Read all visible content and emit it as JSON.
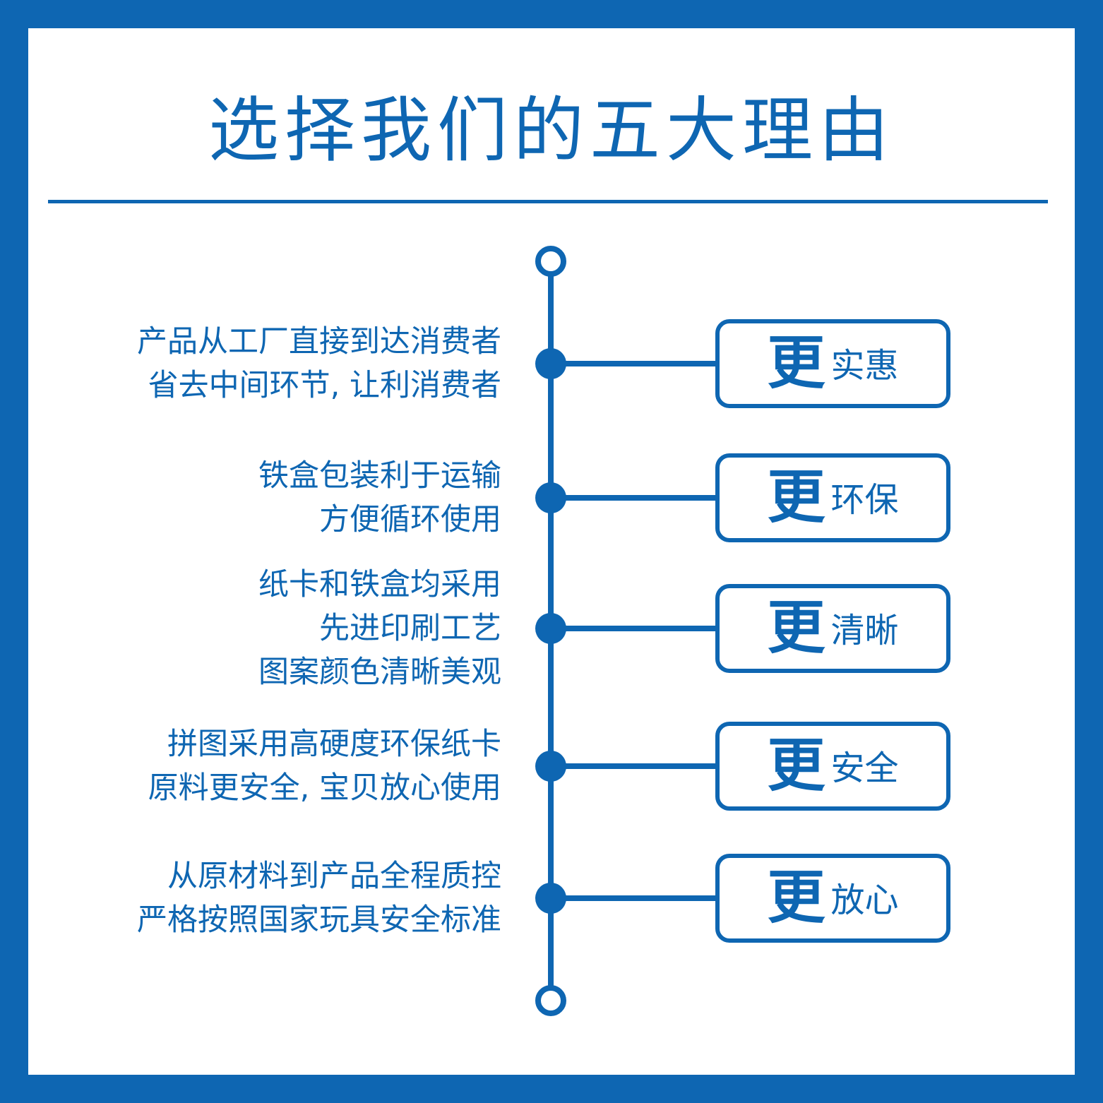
{
  "title": "选择我们的五大理由",
  "colors": {
    "accent": "#0e66b2",
    "background": "#ffffff"
  },
  "items": [
    {
      "text_lines": [
        "产品从工厂直接到达消费者",
        "省去中间环节, 让利消费者"
      ],
      "badge": {
        "prefix": "更",
        "word": "实惠"
      }
    },
    {
      "text_lines": [
        "铁盒包装利于运输",
        "方便循环使用"
      ],
      "badge": {
        "prefix": "更",
        "word": "环保"
      }
    },
    {
      "text_lines": [
        "纸卡和铁盒均采用",
        "先进印刷工艺",
        "图案颜色清晰美观"
      ],
      "badge": {
        "prefix": "更",
        "word": "清晰"
      }
    },
    {
      "text_lines": [
        "拼图采用高硬度环保纸卡",
        "原料更安全, 宝贝放心使用"
      ],
      "badge": {
        "prefix": "更",
        "word": "安全"
      }
    },
    {
      "text_lines": [
        "从原材料到产品全程质控",
        "严格按照国家玩具安全标准"
      ],
      "badge": {
        "prefix": "更",
        "word": "放心"
      }
    }
  ]
}
